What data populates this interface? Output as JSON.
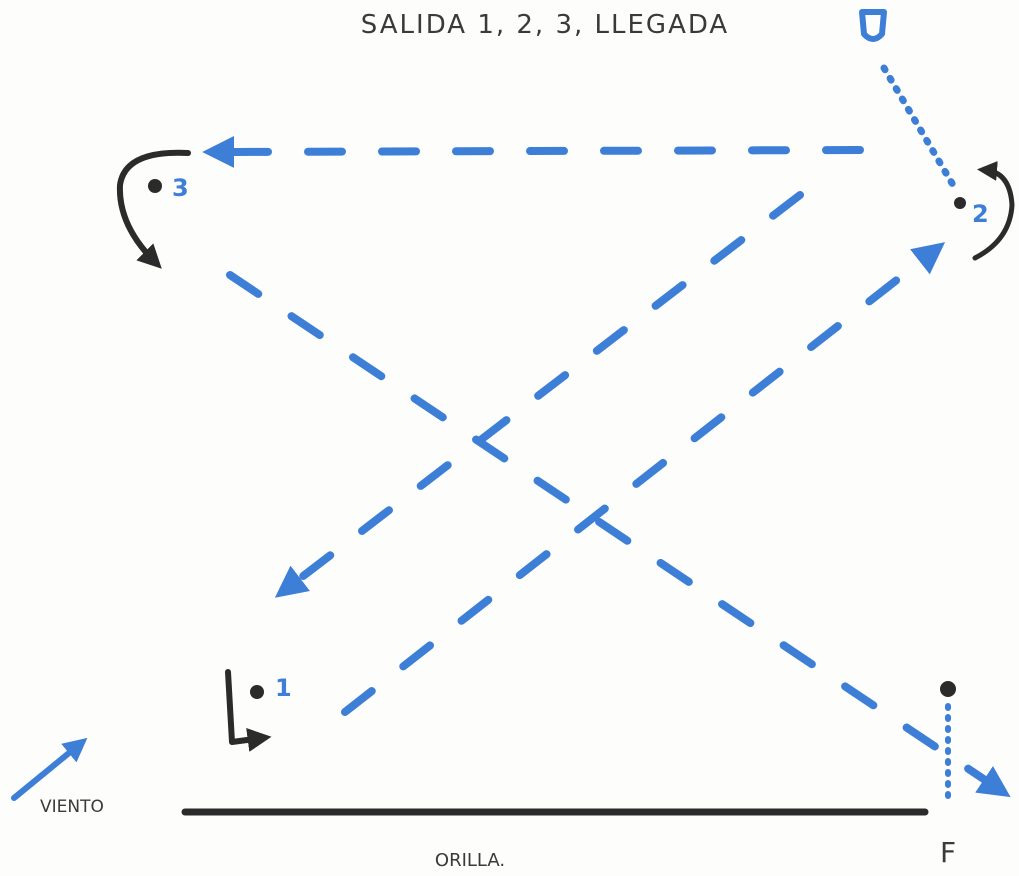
{
  "title": "SALIDA 1, 2, 3, LLEGADA",
  "colors": {
    "course": "#3d7fd6",
    "ink": "#2b2b2b",
    "paper": "#fdfdfc"
  },
  "marks": {
    "m1": "1",
    "m2": "2",
    "m3": "3"
  },
  "labels": {
    "wind": "VIENTO",
    "shore": "ORILLA.",
    "finish": "F"
  },
  "icons": {
    "committee": "committee-boat-icon",
    "wind": "wind-arrow-icon"
  }
}
